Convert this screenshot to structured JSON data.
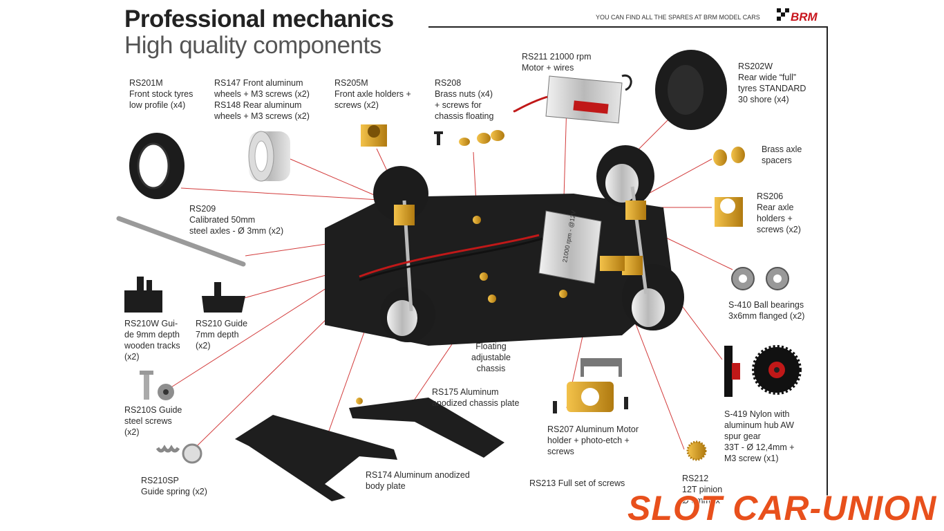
{
  "header": {
    "title": "Professional mechanics",
    "subtitle": "High quality components",
    "spares_note": "YOU CAN FIND ALL THE SPARES AT BRM MODEL CARS",
    "brand_logo": "BRM"
  },
  "parts": {
    "rs201m": [
      "RS201M",
      "Front stock tyres",
      "low profile (x4)"
    ],
    "rs147": [
      "RS147 Front aluminum",
      "wheels + M3 screws (x2)",
      "RS148 Rear aluminum",
      "wheels + M3 screws (x2)"
    ],
    "rs205m": [
      "RS205M",
      "Front axle holders +",
      "screws (x2)"
    ],
    "rs208": [
      "RS208",
      "Brass nuts (x4)",
      "+ screws for",
      "chassis floating"
    ],
    "rs211": [
      "RS211 21000 rpm",
      "Motor + wires"
    ],
    "rs202w": [
      "RS202W",
      "Rear wide “full”",
      "tyres STANDARD",
      "30 shore (x4)"
    ],
    "brass_spacers": [
      "Brass axle",
      "spacers"
    ],
    "rs206": [
      "RS206",
      "Rear axle",
      "holders +",
      "screws (x2)"
    ],
    "rs209": [
      "RS209",
      "Calibrated 50mm",
      "steel axles - Ø 3mm (x2)"
    ],
    "s410": [
      "S-410 Ball bearings",
      "3x6mm flanged (x2)"
    ],
    "rs210w": [
      "RS210W Gui-",
      "de 9mm depth",
      "wooden tracks",
      "(x2)"
    ],
    "rs210": [
      "RS210 Guide",
      "7mm depth",
      "(x2)"
    ],
    "floating": [
      "Floating",
      "adjustable",
      "chassis"
    ],
    "rs210s": [
      "RS210S Guide",
      "steel screws",
      "(x2)"
    ],
    "rs175": [
      "RS175 Aluminum",
      "anodized chassis plate"
    ],
    "rs207": [
      "RS207 Aluminum Motor",
      "holder + photo-etch +",
      "screws"
    ],
    "s419": [
      "S-419 Nylon with",
      "aluminum hub AW",
      "spur gear",
      "33T  - Ø 12,4mm +",
      "M3 screw (x1)"
    ],
    "rs210sp": [
      "RS210SP",
      "Guide spring (x2)"
    ],
    "rs174": [
      "RS174 Aluminum anodized",
      "body plate"
    ],
    "rs213": [
      "RS213 Full set of screws"
    ],
    "rs212": [
      "RS212",
      "12T pinion",
      "Ø 6mm (x"
    ]
  },
  "motor_can_text": "21000 rpm - @12V",
  "watermark": "SLOT CAR-UNION",
  "colors": {
    "leader_line": "#d23a3a",
    "gold": "#d9a21c",
    "chassis": "#1e1e1e",
    "watermark": "#e8501c"
  }
}
